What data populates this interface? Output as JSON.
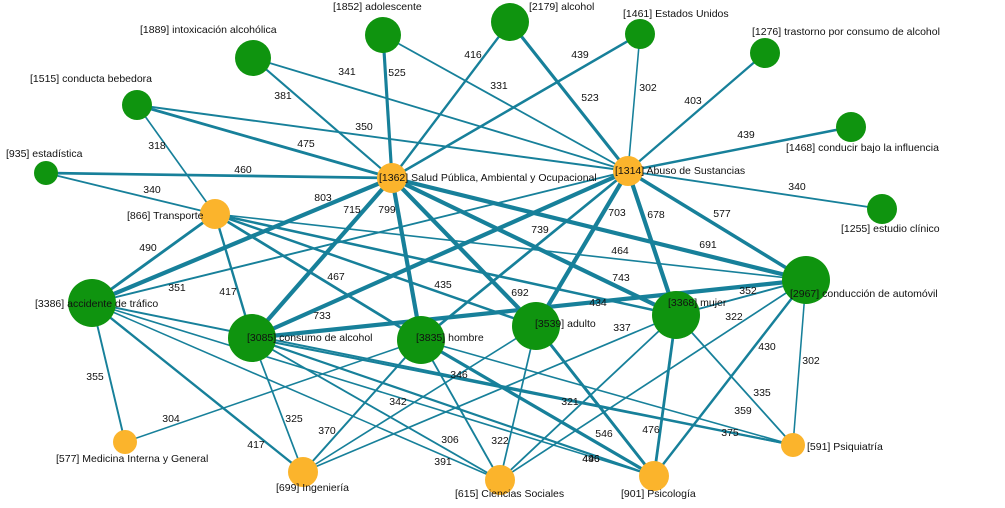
{
  "colors": {
    "edge": "#17809a",
    "concept": "#0f940f",
    "category": "#fbb42c",
    "text": "#111111"
  },
  "nodes": [
    {
      "id": "n1889",
      "label": "[1889] intoxicación alcohólica",
      "type": "concept",
      "size": "m"
    },
    {
      "id": "n1852",
      "label": "[1852] adolescente",
      "type": "concept",
      "size": "m"
    },
    {
      "id": "n2179",
      "label": "[2179] alcohol",
      "type": "concept",
      "size": "l"
    },
    {
      "id": "n1461",
      "label": "[1461] Estados Unidos",
      "type": "concept",
      "size": "s"
    },
    {
      "id": "n1276",
      "label": "[1276] trastorno por consumo de alcohol",
      "type": "concept",
      "size": "s"
    },
    {
      "id": "n1515",
      "label": "[1515] conducta bebedora",
      "type": "concept",
      "size": "s"
    },
    {
      "id": "n1468",
      "label": "[1468] conducir bajo la influencia",
      "type": "concept",
      "size": "s"
    },
    {
      "id": "n935",
      "label": "[935] estadística",
      "type": "concept",
      "size": "xs"
    },
    {
      "id": "n1362",
      "label": "[1362] Salud Pública, Ambiental y Ocupacional",
      "type": "category",
      "size": "s"
    },
    {
      "id": "n1314",
      "label": "[1314] Abuso de Sustancias",
      "type": "category",
      "size": "s"
    },
    {
      "id": "n1255",
      "label": "[1255] estudio clínico",
      "type": "concept",
      "size": "s"
    },
    {
      "id": "n866",
      "label": "[866] Transporte",
      "type": "category",
      "size": "s"
    },
    {
      "id": "n3386",
      "label": "[3386] accidente de tráfico",
      "type": "concept",
      "size": "xl"
    },
    {
      "id": "n2967",
      "label": "[2967] conducción de automóvil",
      "type": "concept",
      "size": "xl"
    },
    {
      "id": "n3368",
      "label": "[3368] mujer",
      "type": "concept",
      "size": "xl"
    },
    {
      "id": "n3085",
      "label": "[3085] consumo de alcohol",
      "type": "concept",
      "size": "xl"
    },
    {
      "id": "n3835",
      "label": "[3835] hombre",
      "type": "concept",
      "size": "xl"
    },
    {
      "id": "n3539",
      "label": "[3539] adulto",
      "type": "concept",
      "size": "xl"
    },
    {
      "id": "n577",
      "label": "[577] Medicina Interna y General",
      "type": "category",
      "size": "xs"
    },
    {
      "id": "n699",
      "label": "[699] Ingeniería",
      "type": "category",
      "size": "s"
    },
    {
      "id": "n615",
      "label": "[615] Ciencias Sociales",
      "type": "category",
      "size": "s"
    },
    {
      "id": "n901",
      "label": "[901] Psicología",
      "type": "category",
      "size": "s"
    },
    {
      "id": "n591",
      "label": "[591] Psiquiatría",
      "type": "category",
      "size": "xs"
    }
  ],
  "edges": [
    {
      "s": "n1889",
      "t": "n1362",
      "label": "381"
    },
    {
      "s": "n1889",
      "t": "n1314",
      "label": "341"
    },
    {
      "s": "n1852",
      "t": "n1362",
      "label": "525"
    },
    {
      "s": "n1852",
      "t": "n1314",
      "label": "331"
    },
    {
      "s": "n2179",
      "t": "n1362",
      "label": "416"
    },
    {
      "s": "n2179",
      "t": "n1314",
      "label": "523"
    },
    {
      "s": "n1461",
      "t": "n1362",
      "label": "439"
    },
    {
      "s": "n1461",
      "t": "n1314",
      "label": "302"
    },
    {
      "s": "n1276",
      "t": "n1314",
      "label": "403"
    },
    {
      "s": "n1515",
      "t": "n1362",
      "label": "475"
    },
    {
      "s": "n1515",
      "t": "n1314",
      "label": "350"
    },
    {
      "s": "n1515",
      "t": "n866",
      "label": "318"
    },
    {
      "s": "n1468",
      "t": "n1314",
      "label": "439"
    },
    {
      "s": "n935",
      "t": "n1362",
      "label": "460"
    },
    {
      "s": "n935",
      "t": "n866",
      "label": "340"
    },
    {
      "s": "n1255",
      "t": "n1314",
      "label": "340"
    },
    {
      "s": "n1362",
      "t": "n3386",
      "label": "803"
    },
    {
      "s": "n1362",
      "t": "n3085",
      "label": "715"
    },
    {
      "s": "n1362",
      "t": "n3835",
      "label": "799"
    },
    {
      "s": "n1362",
      "t": "n3539",
      "label": "692"
    },
    {
      "s": "n1362",
      "t": "n3368",
      "label": "743"
    },
    {
      "s": "n1362",
      "t": "n2967",
      "label": "691"
    },
    {
      "s": "n1314",
      "t": "n3386",
      "label": "351"
    },
    {
      "s": "n1314",
      "t": "n3085",
      "label": "739"
    },
    {
      "s": "n1314",
      "t": "n3835",
      "label": "464"
    },
    {
      "s": "n1314",
      "t": "n3539",
      "label": "703"
    },
    {
      "s": "n1314",
      "t": "n3368",
      "label": "678"
    },
    {
      "s": "n1314",
      "t": "n2967",
      "label": "577"
    },
    {
      "s": "n866",
      "t": "n3386",
      "label": "490"
    },
    {
      "s": "n866",
      "t": "n3085",
      "label": "417"
    },
    {
      "s": "n866",
      "t": "n3835",
      "label": "467"
    },
    {
      "s": "n866",
      "t": "n3539",
      "label": "435"
    },
    {
      "s": "n866",
      "t": "n3368",
      "label": "434"
    },
    {
      "s": "n866",
      "t": "n2967",
      "label": ""
    },
    {
      "s": "n3386",
      "t": "n577",
      "label": "355"
    },
    {
      "s": "n3386",
      "t": "n699",
      "label": "417"
    },
    {
      "s": "n3386",
      "t": "n615",
      "label": "306"
    },
    {
      "s": "n3386",
      "t": "n901",
      "label": ""
    },
    {
      "s": "n3085",
      "t": "n699",
      "label": "325"
    },
    {
      "s": "n3085",
      "t": "n615",
      "label": "342"
    },
    {
      "s": "n3085",
      "t": "n901",
      "label": "391"
    },
    {
      "s": "n3835",
      "t": "n577",
      "label": "304"
    },
    {
      "s": "n3835",
      "t": "n699",
      "label": "370"
    },
    {
      "s": "n3835",
      "t": "n615",
      "label": "346"
    },
    {
      "s": "n3835",
      "t": "n901",
      "label": "546"
    },
    {
      "s": "n3835",
      "t": "n591",
      "label": ""
    },
    {
      "s": "n3539",
      "t": "n699",
      "label": ""
    },
    {
      "s": "n3539",
      "t": "n615",
      "label": "322"
    },
    {
      "s": "n3539",
      "t": "n901",
      "label": "496"
    },
    {
      "s": "n3368",
      "t": "n699",
      "label": "321"
    },
    {
      "s": "n3368",
      "t": "n615",
      "label": "337"
    },
    {
      "s": "n3368",
      "t": "n901",
      "label": "476"
    },
    {
      "s": "n3368",
      "t": "n591",
      "label": "335"
    },
    {
      "s": "n3368",
      "t": "n2967",
      "label": "352"
    },
    {
      "s": "n2967",
      "t": "n615",
      "label": "322"
    },
    {
      "s": "n2967",
      "t": "n901",
      "label": "430"
    },
    {
      "s": "n2967",
      "t": "n591",
      "label": "302"
    },
    {
      "s": "n2967",
      "t": "n3085",
      "label": "733"
    },
    {
      "s": "n3386",
      "t": "n591",
      "label": "359"
    },
    {
      "s": "n3085",
      "t": "n591",
      "label": "375"
    },
    {
      "s": "n3539",
      "t": "n901",
      "label": "446"
    }
  ]
}
